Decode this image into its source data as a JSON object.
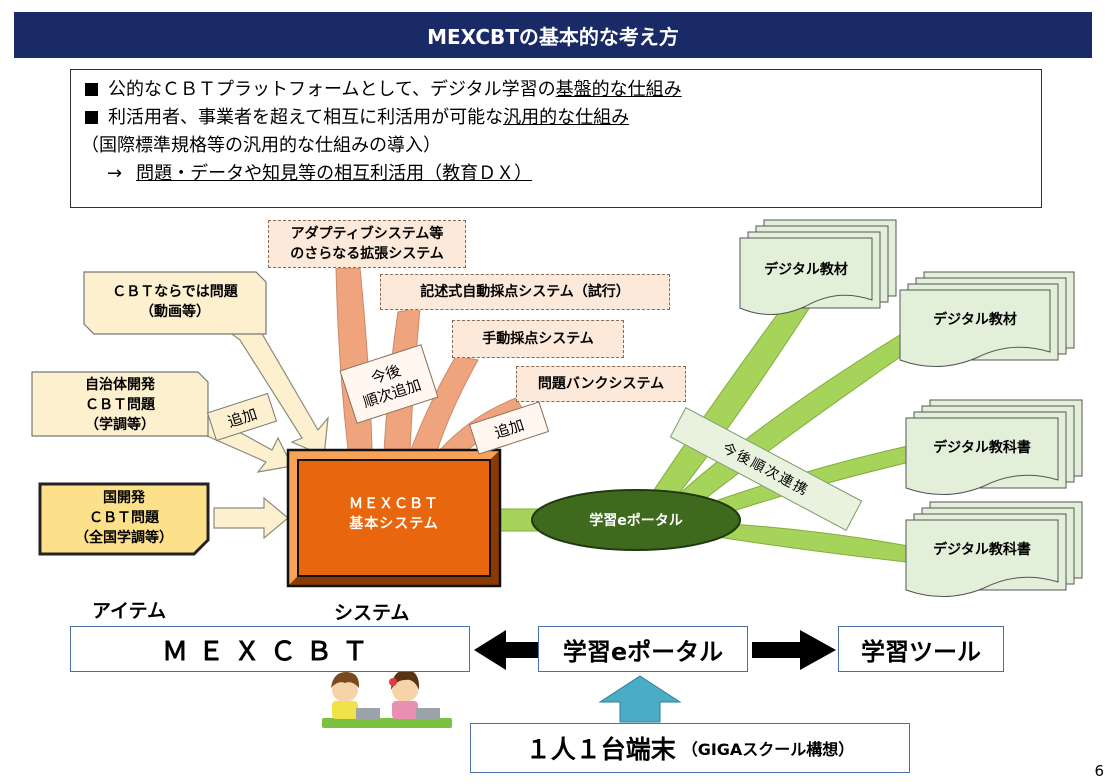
{
  "title": "MEXCBTの基本的な考え方",
  "summary": {
    "line1_prefix": "公的なＣＢＴプラットフォームとして、デジタル学習の",
    "line1_emph": "基盤的な仕組み",
    "line2_prefix": "利活用者、事業者を超えて相互に利活用が可能な",
    "line2_emph": "汎用的な仕組み",
    "line3": "（国際標準規格等の汎用的な仕組みの導入）",
    "line4_arrow": "→",
    "line4_emph": "問題・データや知見等の相互利活用（教育ＤＸ）"
  },
  "items": {
    "national": "国開発\nＣＢＴ問題\n（全国学調等）",
    "local": "自治体開発\nＣＢＴ問題\n（学調等）",
    "cbt_special": "ＣＢＴならでは問題\n（動画等）",
    "add_label": "追加"
  },
  "systems": {
    "adaptive": "アダプティブシステム等\nのさらなる拡張システム",
    "essay": "記述式自動採点システム（試行）",
    "manual": "手動採点システム",
    "bank": "問題バンクシステム",
    "future_label": "今後\n順次追加",
    "add_label": "追加",
    "core": "ＭＥＸＣＢＴ\n基本システム"
  },
  "portal": {
    "ellipse_label": "学習eポータル",
    "link_label": "今後順次連携"
  },
  "materials": [
    "デジタル教材",
    "デジタル教材",
    "デジタル教科書",
    "デジタル教科書"
  ],
  "bottom": {
    "item_label": "アイテム",
    "system_label": "システム",
    "mexcbt": "ＭＥＸＣＢＴ",
    "portal": "学習eポータル",
    "tools": "学習ツール",
    "device_main": "１人１台端末",
    "device_sub": "（GIGAスクール構想）"
  },
  "page_number": "6",
  "colors": {
    "title_bg": "#1a2a66",
    "core_orange": "#e8660e",
    "core_dark": "#b84c04",
    "salmon": "#f0a47e",
    "green": "#a6d35a",
    "portal_green": "#3f6a1e",
    "cream": "#fdf0cf",
    "yellow": "#fde08a",
    "arrow_blue": "#4bacc6"
  }
}
